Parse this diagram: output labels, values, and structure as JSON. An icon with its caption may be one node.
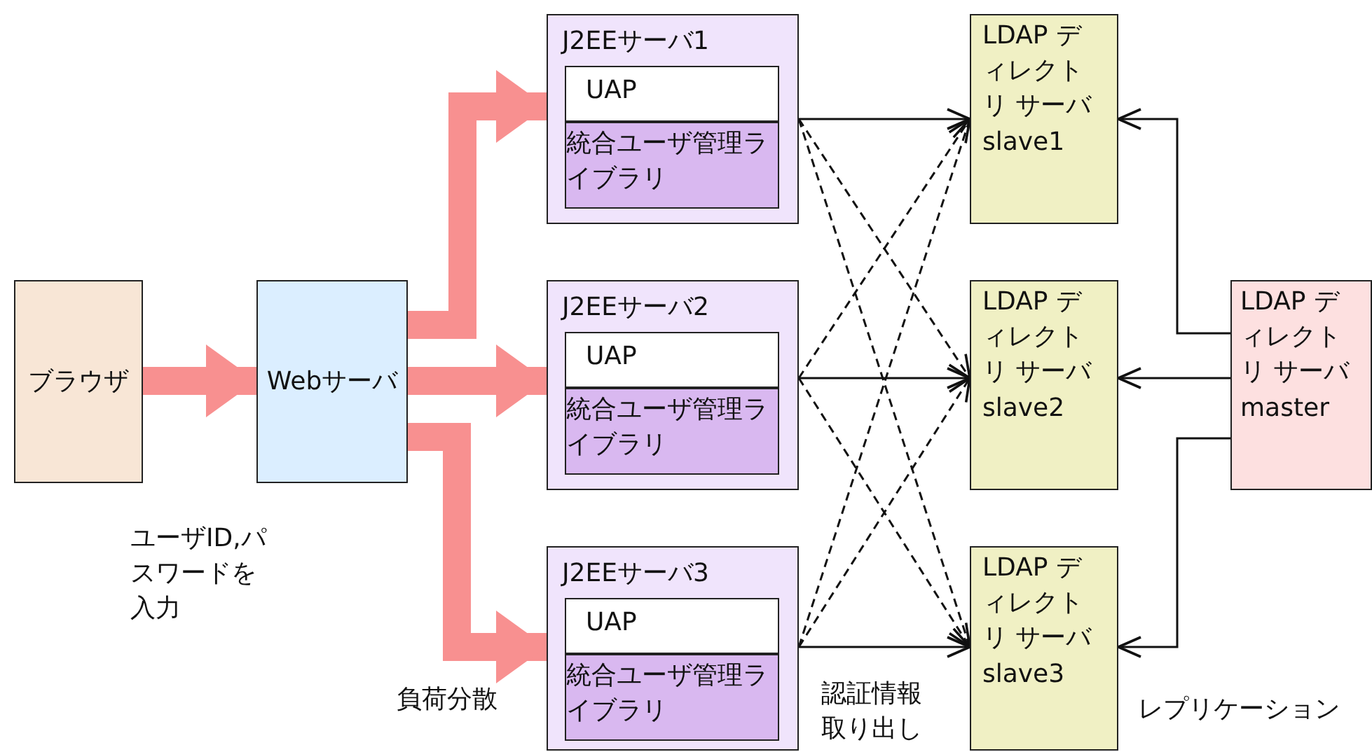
{
  "diagram": {
    "nodes": [
      {
        "text": [
          "ブラウザ"
        ]
      },
      {
        "text": [
          "Webサーバ"
        ]
      },
      {
        "text": [
          "J2EEサーバ1"
        ]
      },
      {
        "text": [
          "UAP"
        ],
        "in": 2
      },
      {
        "text": [
          "統合ユーザ管理ライブラリ"
        ],
        "in": 2
      },
      {
        "text": [
          "J2EEサーバ2"
        ]
      },
      {
        "text": [
          "UAP"
        ],
        "in": 5
      },
      {
        "text": [
          "統合ユーザ管理ライブラリ"
        ],
        "in": 5
      },
      {
        "text": [
          "J2EEサーバ3"
        ]
      },
      {
        "text": [
          "UAP"
        ],
        "in": 8
      },
      {
        "text": [
          "統合ユーザ管理ライブラリ"
        ],
        "in": 8
      },
      {
        "text": [
          "LDAP ディレクトリ サーバ slave1"
        ]
      },
      {
        "text": [
          "LDAP ディレクトリ サーバ slave2"
        ]
      },
      {
        "text": [
          "LDAP ディレクトリ サーバ slave3"
        ]
      },
      {
        "text": [
          "LDAP ディレクトリ サーバ master"
        ]
      }
    ],
    "edges": [
      {
        "from": 0,
        "to": 1,
        "arrow": "to",
        "style": "thick",
        "color": "#f89090"
      },
      {
        "from": 1,
        "to": 2,
        "arrow": "to",
        "style": "thick",
        "color": "#f89090"
      },
      {
        "from": 1,
        "to": 5,
        "arrow": "to",
        "style": "thick",
        "color": "#f89090"
      },
      {
        "from": 1,
        "to": 8,
        "arrow": "to",
        "style": "thick",
        "color": "#f89090"
      },
      {
        "from": 2,
        "to": 11,
        "arrow": "to"
      },
      {
        "from": 2,
        "to": 12,
        "arrow": "to",
        "style": "dashed"
      },
      {
        "from": 2,
        "to": 13,
        "arrow": "to",
        "style": "dashed"
      },
      {
        "from": 5,
        "to": 11,
        "arrow": "to",
        "style": "dashed"
      },
      {
        "from": 5,
        "to": 12,
        "arrow": "to"
      },
      {
        "from": 5,
        "to": 13,
        "arrow": "to",
        "style": "dashed"
      },
      {
        "from": 8,
        "to": 11,
        "arrow": "to",
        "style": "dashed"
      },
      {
        "from": 8,
        "to": 12,
        "arrow": "to",
        "style": "dashed"
      },
      {
        "from": 8,
        "to": 13,
        "arrow": "to"
      },
      {
        "from": 14,
        "to": 11,
        "arrow": "to"
      },
      {
        "from": 14,
        "to": 12,
        "arrow": "to"
      },
      {
        "from": 14,
        "to": 13,
        "arrow": "to"
      }
    ],
    "labels": [
      "ユーザID,パスワードを入力",
      "負荷分散",
      "認証情報取り出し",
      "レプリケーション"
    ]
  }
}
